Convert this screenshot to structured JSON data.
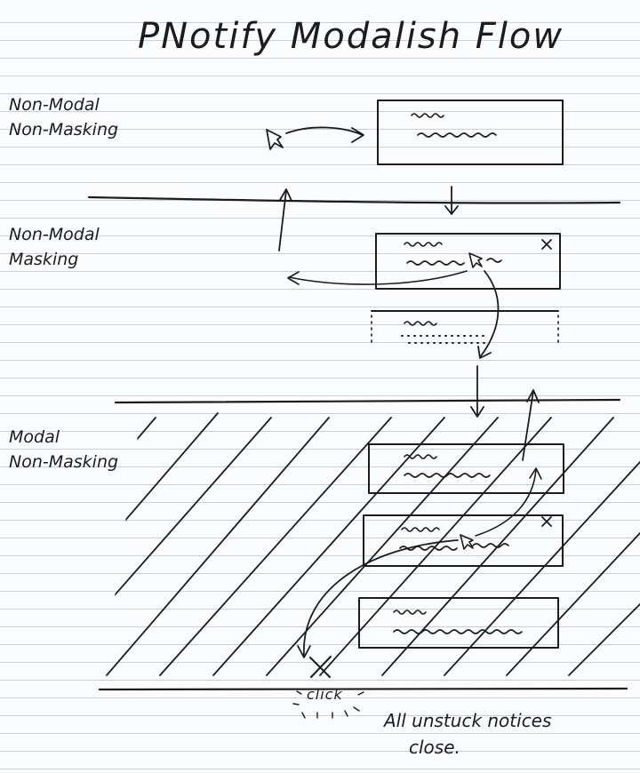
{
  "title": "PNotify Modalish Flow",
  "sections": [
    {
      "id": "non-modal-non-masking",
      "line1": "Non-Modal",
      "line2": "Non-Masking"
    },
    {
      "id": "non-modal-masking",
      "line1": "Non-Modal",
      "line2": "Masking"
    },
    {
      "id": "modal-non-masking",
      "line1": "Modal",
      "line2": "Non-Masking"
    }
  ],
  "click_label": "click",
  "footnote": {
    "line1": "All unstuck notices",
    "line2": "close."
  },
  "icons": [
    "cursor-icon",
    "close-x-icon",
    "click-burst-icon"
  ],
  "colors": {
    "ink": "#1c1c1c",
    "paper": "#fbfcfd",
    "rule": "#c4d0e2"
  }
}
